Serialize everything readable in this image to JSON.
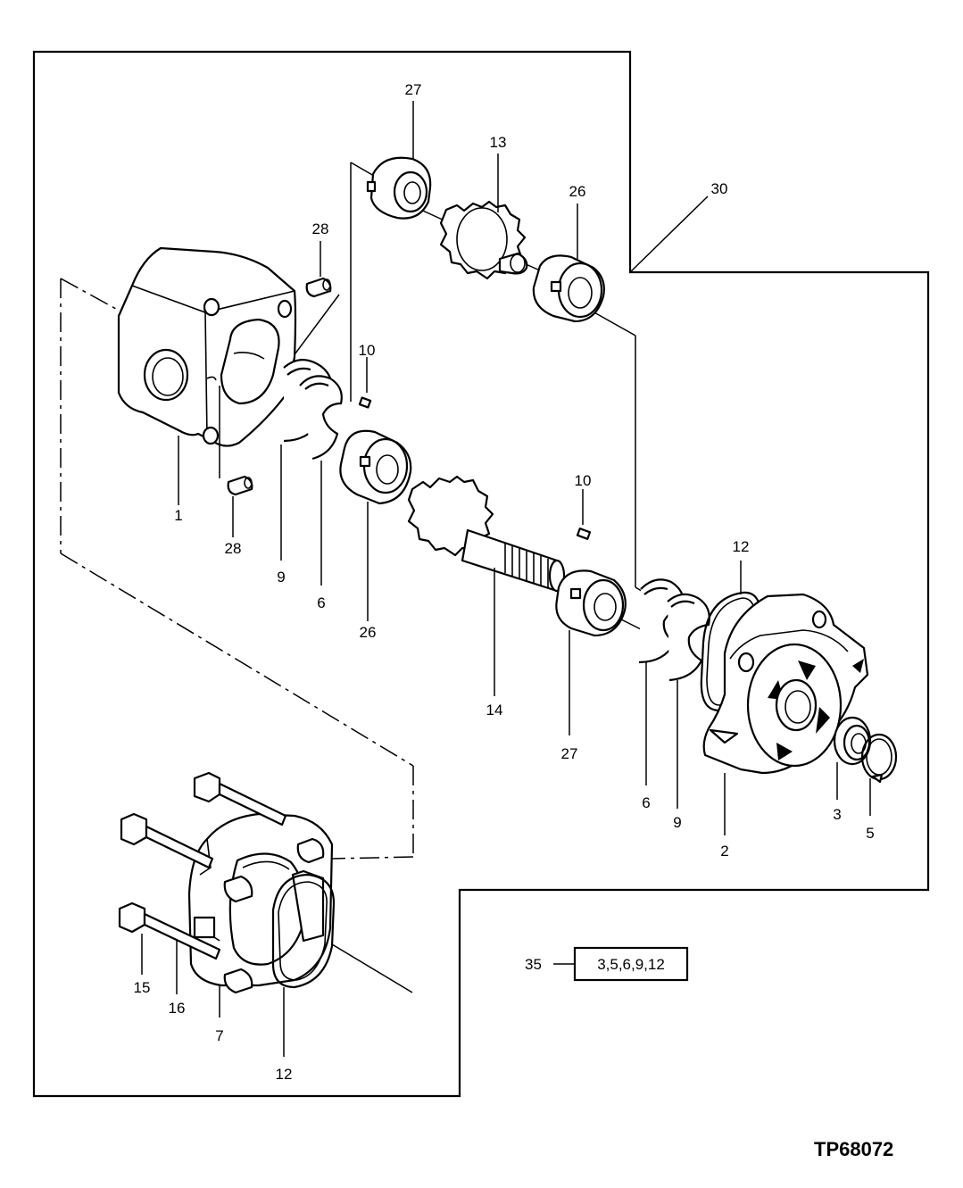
{
  "figure_id": "TP68072",
  "kit": {
    "number": "35",
    "contents": "3,5,6,9,12"
  },
  "labels": {
    "group": "30",
    "housing": "1",
    "end_cover": "2",
    "shaft_seal": "3",
    "snap_ring": "5",
    "backup_ring_left": "6",
    "backup_ring_right": "6",
    "mounting_flange": "7",
    "seal_left": "9",
    "seal_right": "9",
    "key_upper": "10",
    "key_lower": "10",
    "o_ring_cover": "12",
    "o_ring_flange": "12",
    "driven_gear": "13",
    "drive_gear_shaft": "14",
    "cap_screw_short": "15",
    "cap_screw_long": "16",
    "bushing_upper": "26",
    "bushing_lower": "26",
    "bushing_top": "27",
    "bushing_bottom": "27",
    "dowel_top": "28",
    "dowel_bottom": "28"
  }
}
